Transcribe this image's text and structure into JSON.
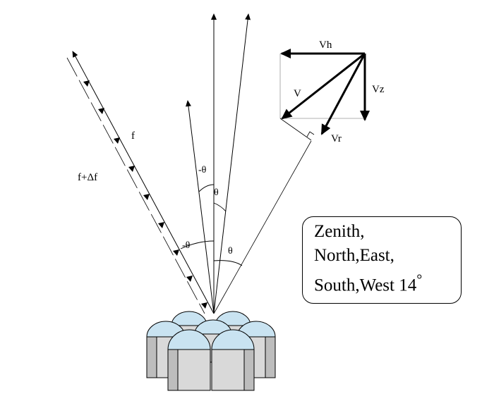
{
  "labels": {
    "vh": "Vh",
    "v": "V",
    "vz": "Vz",
    "vr": "Vr",
    "f": "f",
    "f_delta": "f+Δf",
    "theta_neg": "-θ",
    "theta": "θ"
  },
  "info_box": {
    "line1": "Zenith,",
    "line2": "North,East,",
    "line3_main": "South,West 14",
    "line3_sup": "°"
  },
  "colors": {
    "dome_fill": "#c9e3f1",
    "dome_highlight": "#eef7fc",
    "cylinder_fill": "#d9d9d9",
    "cylinder_dark": "#bdbdbd",
    "line": "#000000"
  }
}
